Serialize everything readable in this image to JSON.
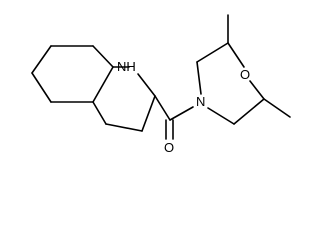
{
  "molecule": {
    "atom_labels": {
      "nh": "NH",
      "n_amide": "N",
      "o_ring": "O",
      "o_carbonyl": "O"
    }
  }
}
